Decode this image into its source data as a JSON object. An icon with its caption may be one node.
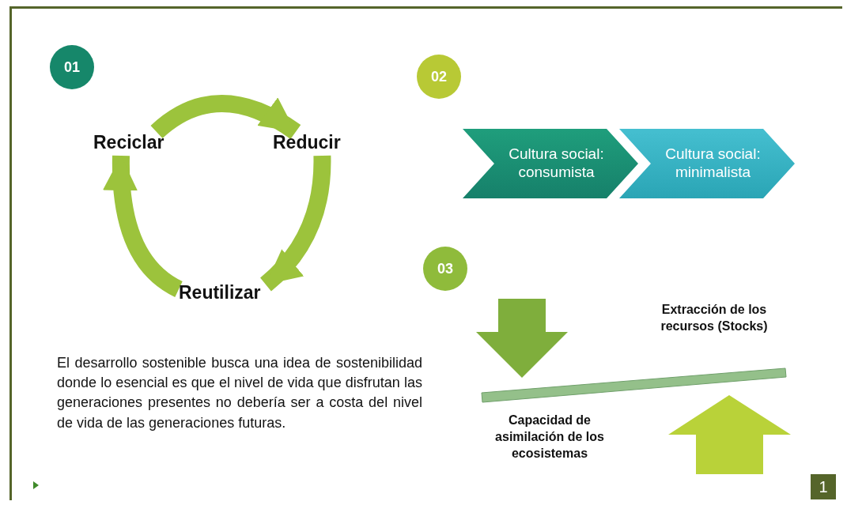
{
  "diagram": {
    "nodes": [
      {
        "text": [
          "01"
        ]
      },
      {
        "text": [
          "Reciclar"
        ]
      },
      {
        "text": [
          "Reducir"
        ]
      },
      {
        "text": [
          "Reutilizar"
        ]
      },
      {
        "text": [
          "02"
        ]
      },
      {
        "text": [
          "Cultura social: consumista"
        ]
      },
      {
        "text": [
          "Cultura social: minimalista"
        ]
      },
      {
        "text": [
          "03"
        ]
      },
      {
        "text": [
          "Extracción de los recursos (Stocks)"
        ]
      },
      {
        "text": [
          "Capacidad de asimilación de los ecosistemas"
        ]
      }
    ],
    "edges": [
      {
        "from": 1,
        "to": 2,
        "arrow": "to"
      },
      {
        "from": 2,
        "to": 3,
        "arrow": "to"
      },
      {
        "from": 3,
        "to": 1,
        "arrow": "to"
      }
    ],
    "labels": [
      "El desarrollo sostenible busca una idea de sostenibilidad donde lo esencial es que el nivel de vida que disfrutan las generaciones presentes no debería ser a costa del nivel de vida de las generaciones futuras.",
      "1"
    ]
  }
}
